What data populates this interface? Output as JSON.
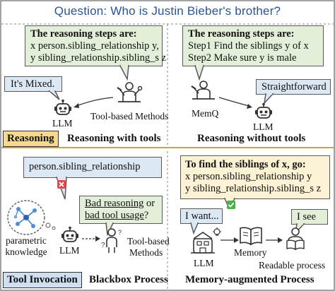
{
  "question": "Question: Who is Justin Bieber's brother?",
  "top_left": {
    "steps_title": "The reasoning steps are:",
    "steps": [
      "x person.sibling_relationship y,",
      "y sibling_relationship.sibling_s z"
    ],
    "speech": "It's Mixed.",
    "llm_label": "LLM",
    "tool_label": "Tool-based Methods"
  },
  "top_right": {
    "steps_title": "The reasoning steps are:",
    "steps": [
      "Step1 Find the siblings y of x",
      "Step2 Make sure y is male"
    ],
    "speech": "Straightforward",
    "memq_label": "MemQ",
    "llm_label": "LLM"
  },
  "section_labels": {
    "reasoning_tag": "Reasoning",
    "with_tools": "Reasoning with tools",
    "without_tools": "Reasoning without tools",
    "tool_invocation_tag": "Tool Invocation",
    "blackbox": "Blackbox Process",
    "memory_augmented": "Memory-augmented Process"
  },
  "bottom_left": {
    "relation": "person.sibling_relationship",
    "question_line1": "Bad reasoning",
    "question_or": " or",
    "question_line2": "bad tool usage",
    "question_mark": "?",
    "parametric_line1": "parametric",
    "parametric_line2": "knowledge",
    "llm_label": "LLM",
    "tool_line1": "Tool-based",
    "tool_line2": "Methods"
  },
  "bottom_right": {
    "title": "To find the siblings of x, go:",
    "steps": [
      "x person.sibling_relationship y",
      "y sibling_relationship.sibling_s z"
    ],
    "speech_left": "I want...",
    "speech_right": "I see",
    "llm_label": "LLM",
    "memory_label": "Memory",
    "readable_label": "Readable process"
  },
  "colors": {
    "title_blue": "#2a5597",
    "green_fill": "#e4efd9",
    "blue_fill": "#dde8f5",
    "yellow_fill": "#fdf3d4",
    "tag_yellow": "#f6d98a",
    "tag_blue": "#cfdff2",
    "divider_gold": "#c8a63a"
  }
}
